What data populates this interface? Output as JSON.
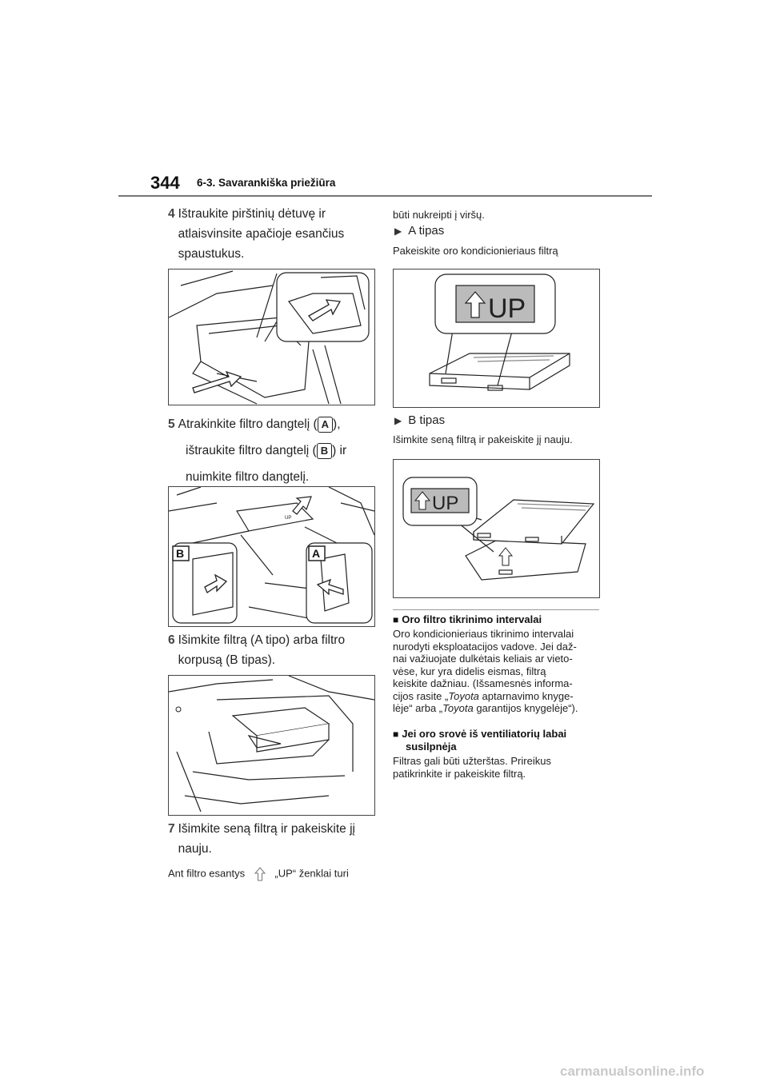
{
  "header": {
    "page_number": "344",
    "section": "6-3. Savarankiška priežiūra"
  },
  "left": {
    "step4": {
      "num": "4",
      "text": "Ištraukite pirštinių dėtuvę ir atlaisvinsite apačioje esančius spaustukus."
    },
    "step5": {
      "num": "5",
      "text_a": "Atrakinkite filtro dangtelį (",
      "label_a": "A",
      "text_b": "),",
      "text_c": "ištraukite filtro dangtelį (",
      "label_b": "B",
      "text_d": ") ir",
      "text_e": "nuimkite filtro dangtelį."
    },
    "fig2_labels": {
      "a": "A",
      "b": "B",
      "up": "UP"
    },
    "step6": {
      "num": "6",
      "text": "Išimkite filtrą (A tipo) arba filtro korpusą (B tipas)."
    },
    "step7": {
      "num": "7",
      "text": "Išimkite seną filtrą ir pakeiskite jį nauju."
    },
    "tail_a": "Ant filtro esantys",
    "tail_b": "„UP“ ženklai turi"
  },
  "right": {
    "cont": "būti nukreipti į viršų.",
    "typeA": {
      "title": "A tipas",
      "desc": "Pakeiskite oro kondicionieriaus filtrą",
      "up": "UP"
    },
    "typeB": {
      "title": "B tipas",
      "desc": "Išimkite seną filtrą ir pakeiskite jį nauju.",
      "up": "UP"
    },
    "note1": {
      "title": "Oro filtro tikrinimo intervalai",
      "l1": "Oro kondicionieriaus tikrinimo intervalai",
      "l2": "nurodyti eksploatacijos vadove. Jei daž-",
      "l3": "nai važiuojate dulkėtais keliais ar vieto-",
      "l4": "vėse, kur yra didelis eismas, filtrą",
      "l5": "keiskite dažniau. (Išsamesnės informa-",
      "l6a": "cijos rasite „",
      "l6b": "Toyota",
      "l6c": " aptarnavimo knyge-",
      "l7a": "lėje“ arba „",
      "l7b": "Toyota",
      "l7c": " garantijos knygelėje“)."
    },
    "note2": {
      "title1": "Jei oro srovė iš ventiliatorių labai",
      "title2": "susilpnėja",
      "l1": "Filtras gali būti užterštas. Prireikus",
      "l2": "patikrinkite ir pakeiskite filtrą."
    }
  },
  "footer": {
    "watermark": "carmanualsonline.info"
  }
}
